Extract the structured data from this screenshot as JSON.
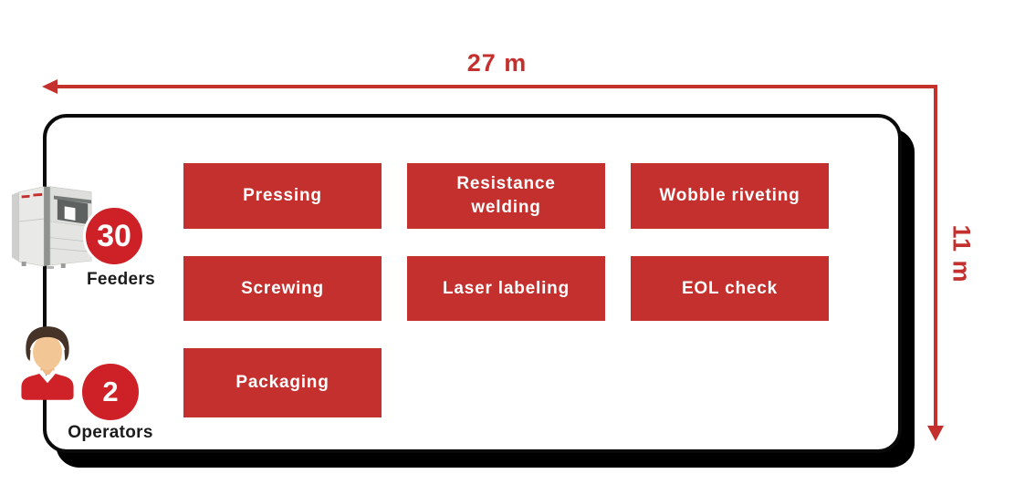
{
  "diagram": {
    "width_label": "27 m",
    "height_label": "11 m"
  },
  "colors": {
    "station_red": "#c4302e",
    "badge_red": "#ce2027",
    "dimension_red": "#c4302e",
    "outline_black": "#0a0a0a"
  },
  "stations": [
    {
      "label": "Pressing"
    },
    {
      "label": "Resistance welding"
    },
    {
      "label": "Wobble riveting"
    },
    {
      "label": "Screwing"
    },
    {
      "label": "Laser labeling"
    },
    {
      "label": "EOL check"
    },
    {
      "label": "Packaging"
    }
  ],
  "resources": {
    "feeders": {
      "count": "30",
      "label": "Feeders"
    },
    "operators": {
      "count": "2",
      "label": "Operators"
    }
  }
}
